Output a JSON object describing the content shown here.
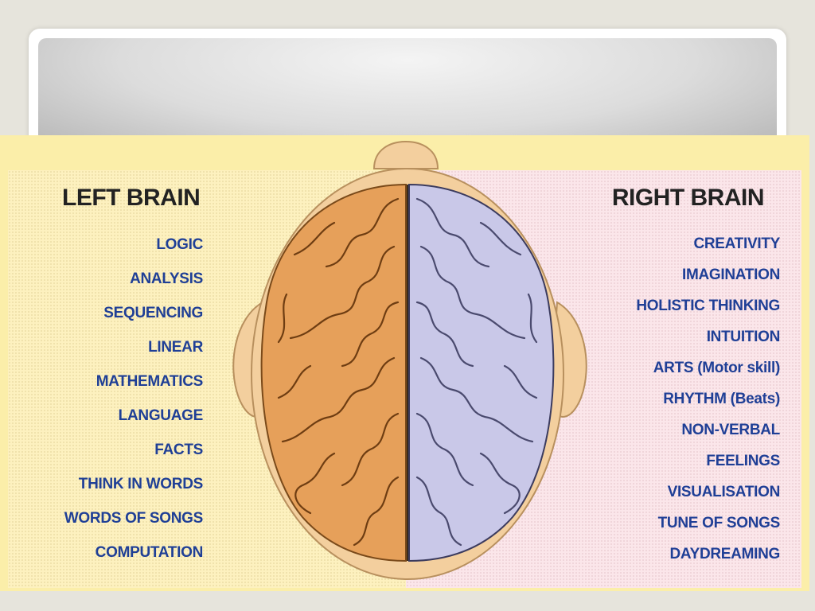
{
  "figure": {
    "left_title": "LEFT BRAIN",
    "right_title": "RIGHT BRAIN",
    "left_traits": [
      "LOGIC",
      "ANALYSIS",
      "SEQUENCING",
      "LINEAR",
      "MATHEMATICS",
      "LANGUAGE",
      "FACTS",
      "THINK IN WORDS",
      "WORDS OF SONGS",
      "COMPUTATION"
    ],
    "right_traits": [
      "CREATIVITY",
      "IMAGINATION",
      "HOLISTIC THINKING",
      "INTUITION",
      "ARTS (Motor skill)",
      "RHYTHM (Beats)",
      "NON-VERBAL",
      "FEELINGS",
      "VISUALISATION",
      "TUNE OF SONGS",
      "DAYDREAMING"
    ]
  },
  "colors": {
    "text_blue": "#1f3f96",
    "left_hemisphere": "#e6a05a",
    "right_hemisphere": "#c9c8e8",
    "skin": "#f3cf9e",
    "left_bg": "#fdf1bf",
    "right_bg": "#fbe6ea"
  }
}
